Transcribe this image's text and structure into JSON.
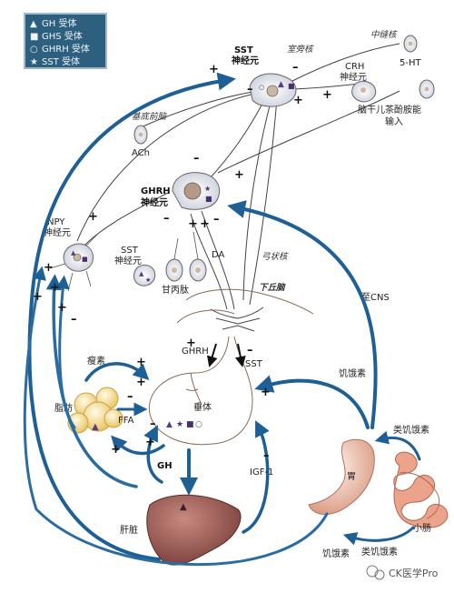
{
  "legend": {
    "items": [
      {
        "symbol": "▲",
        "label": "GH 受体"
      },
      {
        "symbol": "■",
        "label": "GHS 受体"
      },
      {
        "symbol": "○",
        "label": "GHRH 受体"
      },
      {
        "symbol": "★",
        "label": "SST 受体"
      }
    ]
  },
  "neurons": {
    "sst_main": "SST",
    "sst_main_2": "神经元",
    "ghrh": "GHRH",
    "ghrh_2": "神经元",
    "npy": "NPY",
    "npy_2": "神经元",
    "sst_small": "SST",
    "sst_small_2": "神经元",
    "crh": "CRH",
    "crh_2": "神经元",
    "galanin": "甘丙肽",
    "da": "DA",
    "ach": "ACh",
    "ht": "5-HT"
  },
  "regions": {
    "paraventricular": "室旁核",
    "raphe": "中缝核",
    "basal_forebrain": "基底前脑",
    "arcuate": "弓状核",
    "hypothalamus": "下丘脑",
    "brainstem": "脑干儿茶酚胺能",
    "brainstem_2": "输入",
    "to_cns": "至CNS"
  },
  "organs": {
    "pituitary": "垂体",
    "fat": "脂肪",
    "liver": "肝脏",
    "stomach": "胃",
    "intestine": "小肠"
  },
  "signals": {
    "leptin": "瘦素",
    "ffa": "FFA",
    "gh": "GH",
    "igf1": "IGF-1",
    "ghrelin_top": "饥饿素",
    "ghrelin_bottom": "饥饿素",
    "ghrelin_like_1": "类饥饿素",
    "ghrelin_like_2": "类饥饿素",
    "ghrh_release": "GHRH",
    "sst_release": "SST"
  },
  "watermark": "CK医学Pro",
  "colors": {
    "arrow_blue": "#1e5f95",
    "neuron_fill": "#e6e8ef",
    "legend_bg": "#2d5f7e",
    "liver": "#9a5a52",
    "fat": "#f3dc8a",
    "stomach": "#f1c9b8",
    "intestine": "#e9a089"
  }
}
